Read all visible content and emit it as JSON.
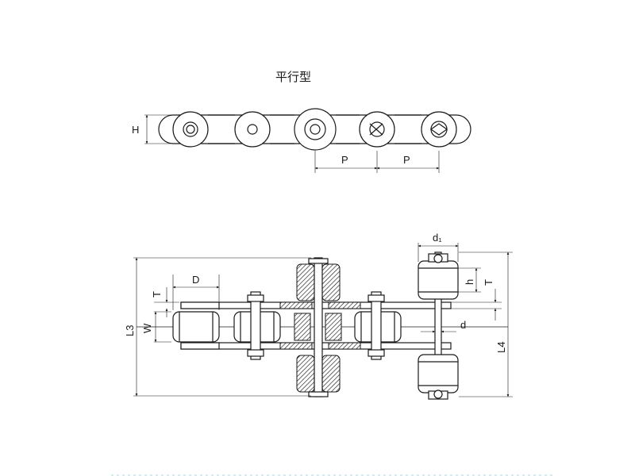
{
  "title": "平行型",
  "labels": {
    "H": "H",
    "P1": "P",
    "P2": "P",
    "D": "D",
    "T_left": "T",
    "W": "W",
    "L3": "L3",
    "d1": "d₁",
    "h": "h",
    "T_right": "T",
    "d": "d",
    "L4": "L4"
  }
}
